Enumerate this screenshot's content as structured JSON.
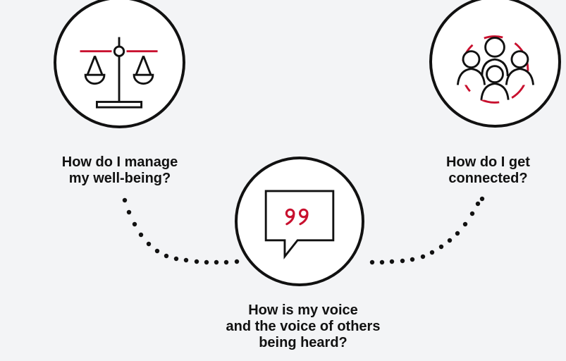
{
  "colors": {
    "background": "#f3f4f6",
    "outline": "#111111",
    "accent": "#c8102e"
  },
  "nodes": [
    {
      "id": "well-being",
      "icon": "scales-icon",
      "caption_lines": [
        "How do I manage",
        "my well-being?"
      ]
    },
    {
      "id": "voice",
      "icon": "speech-bubble-quote-icon",
      "caption_lines": [
        "How is my voice",
        "and the voice of others",
        "being heard?"
      ]
    },
    {
      "id": "connected",
      "icon": "people-group-icon",
      "caption_lines": [
        "How do I get",
        "connected?"
      ]
    }
  ],
  "connector": {
    "style": "dotted-arc",
    "icon": "dotted-connector"
  }
}
